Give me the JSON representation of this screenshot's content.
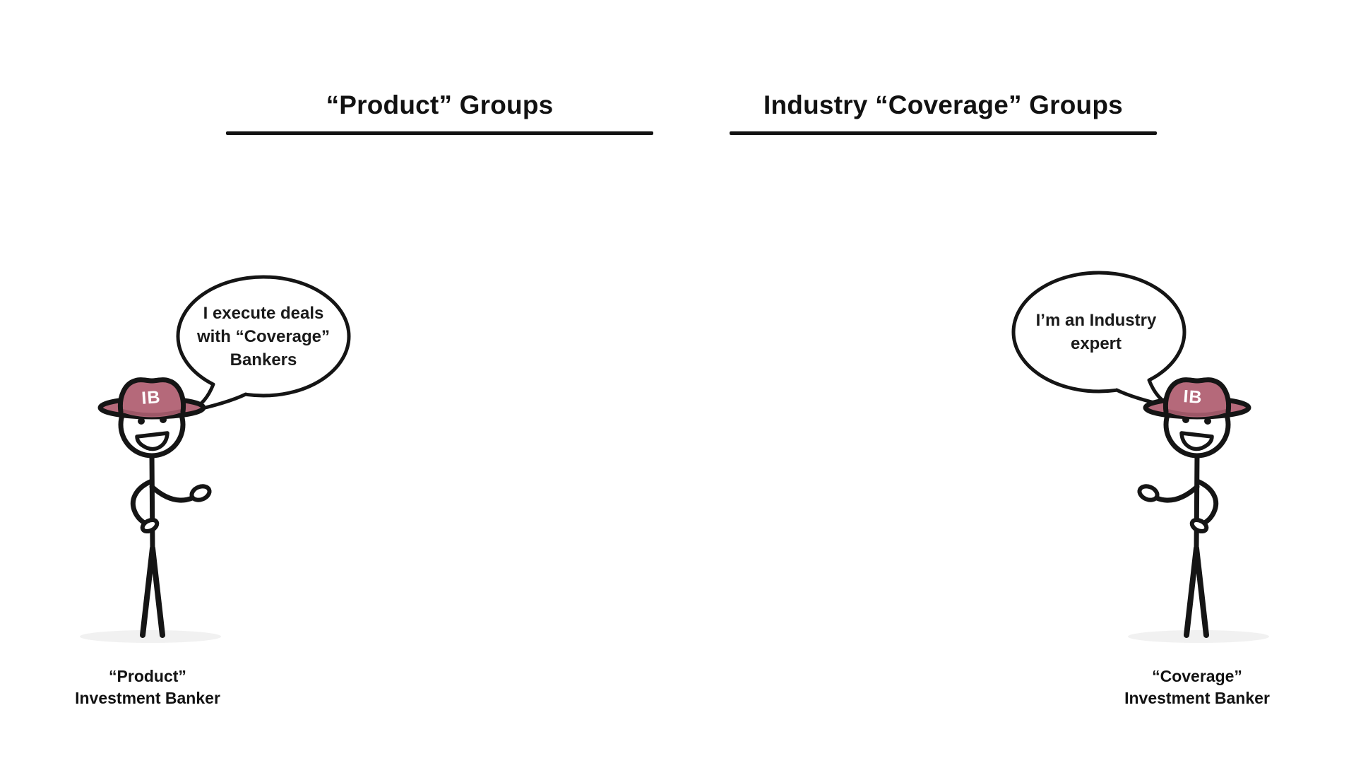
{
  "columns": {
    "left": {
      "heading": "“Product” Groups",
      "banker": {
        "speech": [
          "I execute deals",
          "with “Coverage”",
          "Bankers"
        ],
        "hat_label": "IB",
        "caption_line1": "“Product”",
        "caption_line2": "Investment Banker"
      }
    },
    "right": {
      "heading": "Industry “Coverage” Groups",
      "banker": {
        "speech": [
          "I’m an Industry",
          "expert"
        ],
        "hat_label": "IB",
        "caption_line1": "“Coverage”",
        "caption_line2": "Investment Banker"
      }
    }
  },
  "colors": {
    "background": "#ffffff",
    "outline": "#151515",
    "hat": "#b5697a",
    "hat_band": "#9d5767",
    "shadow": "#f1f1f1",
    "text": "#121212"
  }
}
